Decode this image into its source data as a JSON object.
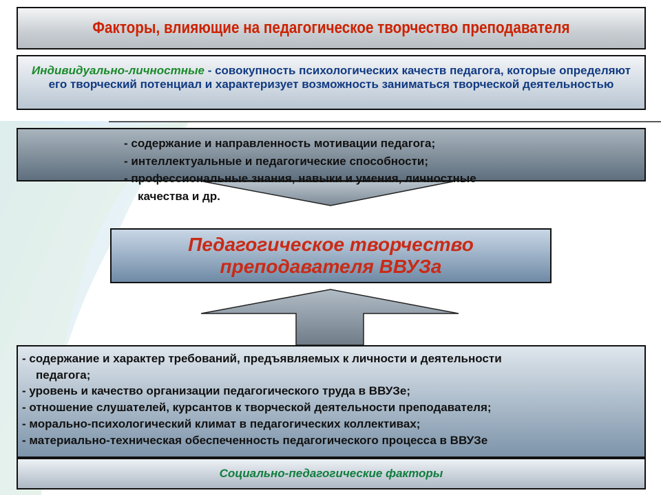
{
  "title": "Факторы, влияющие на педагогическое творчество преподавателя",
  "individual": {
    "term": "Индивидуально-личностные",
    "separator": " - ",
    "definition": "совокупность психологических качеств педагога, которые определяют его творческий потенциал и характеризует возможность заниматься творческой деятельностью"
  },
  "motivation_items": [
    "-  содержание и направленность мотивации педагога;",
    "-  интеллектуальные и педагогические способности;",
    "-  профессиональные знания, навыки и умения, личностные",
    "качества и др."
  ],
  "center": {
    "line1": "Педагогическое творчество",
    "line2": "преподавателя ВВУЗа"
  },
  "social_items": [
    "-  содержание и характер требований, предъявляемых к личности и деятельности",
    "педагога;",
    "-  уровень и качество организации педагогического труда в ВВУЗе;",
    "-  отношение слушателей, курсантов к творческой деятельности преподавателя;",
    "-  морально-психологический климат в педагогических коллективах;",
    "-  материально-техническая обеспеченность педагогического процесса в ВВУЗе"
  ],
  "footer": "Социально-педагогические факторы",
  "colors": {
    "title": "#cc2200",
    "term": "#1a8a2a",
    "definition": "#113a82",
    "center_text": "#c92a16",
    "footer_text": "#0f7d3c",
    "arrow": "#8a97a3"
  }
}
